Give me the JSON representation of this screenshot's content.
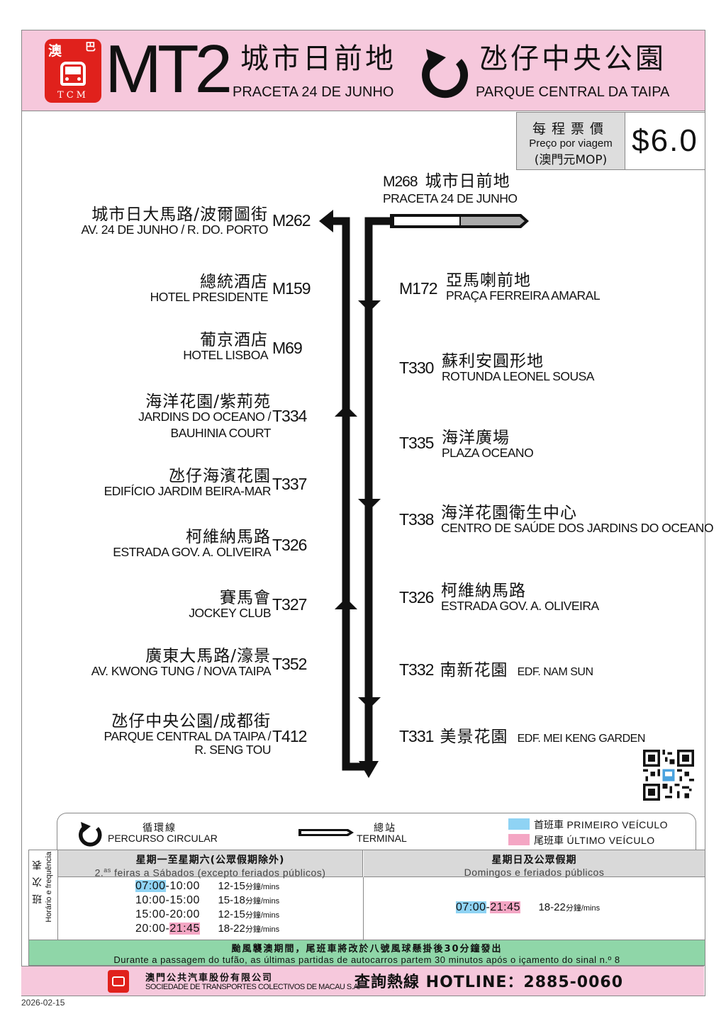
{
  "header": {
    "logo": {
      "zh_left": "澳",
      "zh_right": "巴",
      "abbr": "TCM"
    },
    "route": "MT2",
    "origin_zh": "城市日前地",
    "origin_pt": "PRACETA 24 DE JUNHO",
    "dest_zh": "氹仔中央公園",
    "dest_pt": "PARQUE CENTRAL DA TAIPA"
  },
  "fare": {
    "label_zh": "每程票價",
    "label_pt": "Preço por viagem",
    "currency": "(澳門元MOP)",
    "value": "$6.0"
  },
  "terminal": {
    "code": "M268",
    "zh": "城市日前地",
    "pt": "PRACETA 24 DE JUNHO"
  },
  "outbound": [
    {
      "code": "M172",
      "zh": "亞馬喇前地",
      "pt": "PRAÇA FERREIRA AMARAL"
    },
    {
      "code": "T330",
      "zh": "蘇利安圓形地",
      "pt": "ROTUNDA LEONEL SOUSA"
    },
    {
      "code": "T335",
      "zh": "海洋廣場",
      "pt": "PLAZA OCEANO"
    },
    {
      "code": "T338",
      "zh": "海洋花園衛生中心",
      "pt": "CENTRO DE SAÚDE DOS JARDINS DO OCEANO"
    },
    {
      "code": "T326",
      "zh": "柯維納馬路",
      "pt": "ESTRADA GOV. A. OLIVEIRA"
    },
    {
      "code": "T332",
      "zh": "南新花園",
      "pt": "EDF. NAM SUN"
    },
    {
      "code": "T331",
      "zh": "美景花園",
      "pt": "EDF. MEI KENG GARDEN"
    }
  ],
  "inbound": [
    {
      "code": "M262",
      "zh": "城市日大馬路/波爾圖街",
      "pt": "AV. 24 DE JUNHO / R. DO. PORTO"
    },
    {
      "code": "M159",
      "zh": "總統酒店",
      "pt": "HOTEL PRESIDENTE"
    },
    {
      "code": "M69",
      "zh": "葡京酒店",
      "pt": "HOTEL LISBOA"
    },
    {
      "code": "T334",
      "zh": "海洋花園/紫荊苑",
      "pt": "JARDINS DO OCEANO /",
      "pt2": "BAUHINIA COURT"
    },
    {
      "code": "T337",
      "zh": "氹仔海濱花園",
      "pt": "EDIFÍCIO JARDIM BEIRA-MAR"
    },
    {
      "code": "T326",
      "zh": "柯維納馬路",
      "pt": "ESTRADA GOV. A. OLIVEIRA"
    },
    {
      "code": "T327",
      "zh": "賽馬會",
      "pt": "JOCKEY CLUB"
    },
    {
      "code": "T352",
      "zh": "廣東大馬路/濠景",
      "pt": "AV. KWONG TUNG / NOVA TAIPA"
    },
    {
      "code": "T412",
      "zh": "氹仔中央公園/成都街",
      "pt": "PARQUE CENTRAL DA TAIPA /",
      "pt2": "R. SENG TOU"
    }
  ],
  "legend": {
    "circular_zh": "循環線",
    "circular_pt": "PERCURSO CIRCULAR",
    "terminal_zh": "總站",
    "terminal_pt": "TERMINAL",
    "first_zh": "首班車",
    "first_pt": "PRIMEIRO VEÍCULO",
    "last_zh": "尾班車",
    "last_pt": "ÚLTIMO VEÍCULO",
    "first_color": "#8fd3f4",
    "last_color": "#f4a6c4"
  },
  "timetable": {
    "side_zh": "班次表",
    "side_pt": "Horário e frequência",
    "weekday_zh": "星期一至星期六(公眾假期除外)",
    "weekday_pt_pre": "2.",
    "weekday_pt_sup": "as",
    "weekday_pt_post": " feiras a Sábados (excepto feriados públicos)",
    "weekend_zh": "星期日及公眾假期",
    "weekend_pt": "Domingos e feriados públicos",
    "unit": "分鐘/mins",
    "weekday_rows": [
      {
        "start": "07:00",
        "end": "10:00",
        "freq": "12-15"
      },
      {
        "start": "10:00",
        "end": "15:00",
        "freq": "15-18"
      },
      {
        "start": "15:00",
        "end": "20:00",
        "freq": "12-15"
      },
      {
        "start": "20:00",
        "end": "21:45",
        "freq": "18-22"
      }
    ],
    "weekend_row": {
      "start": "07:00",
      "end": "21:45",
      "freq": "18-22"
    }
  },
  "notice": {
    "zh": "颱風襲澳期間，尾班車將改於八號風球懸掛後30分鐘發出",
    "pt": "Durante a passagem do tufão, as últimas partidas de autocarros partem 30 minutos após o içamento do sinal n.º 8"
  },
  "footer": {
    "company_zh": "澳門公共汽車股份有限公司",
    "company_pt": "SOCIEDADE DE TRANSPORTES COLECTIVOS DE MACAU S.A.",
    "hotline": "查詢熱線 HOTLINE：2885-0060"
  },
  "date": "2026-02-15"
}
